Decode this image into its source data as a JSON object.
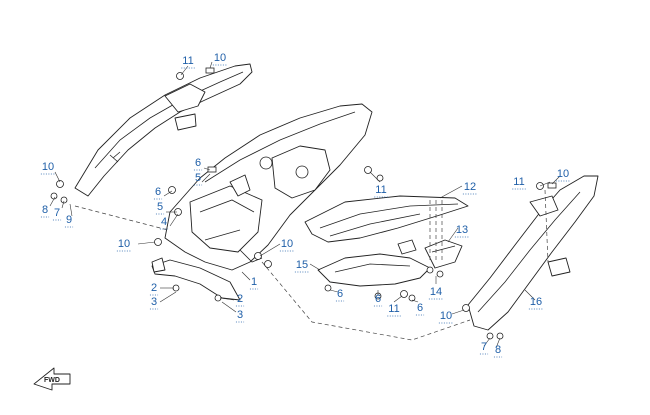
{
  "diagram": {
    "callouts": [
      {
        "id": "c01",
        "text": "11"
      },
      {
        "id": "c02",
        "text": "10"
      },
      {
        "id": "c03",
        "text": "10"
      },
      {
        "id": "c04",
        "text": "8"
      },
      {
        "id": "c05",
        "text": "7"
      },
      {
        "id": "c06",
        "text": "9"
      },
      {
        "id": "c07",
        "text": "6"
      },
      {
        "id": "c08",
        "text": "5"
      },
      {
        "id": "c09",
        "text": "6"
      },
      {
        "id": "c10",
        "text": "5"
      },
      {
        "id": "c11",
        "text": "4"
      },
      {
        "id": "c12",
        "text": "10"
      },
      {
        "id": "c13",
        "text": "11"
      },
      {
        "id": "c14",
        "text": "10"
      },
      {
        "id": "c15",
        "text": "1"
      },
      {
        "id": "c16",
        "text": "2"
      },
      {
        "id": "c17",
        "text": "3"
      },
      {
        "id": "c18",
        "text": "2"
      },
      {
        "id": "c19",
        "text": "3"
      },
      {
        "id": "c20",
        "text": "12"
      },
      {
        "id": "c21",
        "text": "13"
      },
      {
        "id": "c22",
        "text": "15"
      },
      {
        "id": "c23",
        "text": "6"
      },
      {
        "id": "c24",
        "text": "6"
      },
      {
        "id": "c25",
        "text": "11"
      },
      {
        "id": "c26",
        "text": "6"
      },
      {
        "id": "c27",
        "text": "14"
      },
      {
        "id": "c28",
        "text": "11"
      },
      {
        "id": "c29",
        "text": "10"
      },
      {
        "id": "c30",
        "text": "16"
      },
      {
        "id": "c31",
        "text": "10"
      },
      {
        "id": "c32",
        "text": "7"
      },
      {
        "id": "c33",
        "text": "8"
      }
    ],
    "fwd_label": "FWD",
    "colors": {
      "callout": "#1f5fa8",
      "line": "#222222"
    }
  }
}
